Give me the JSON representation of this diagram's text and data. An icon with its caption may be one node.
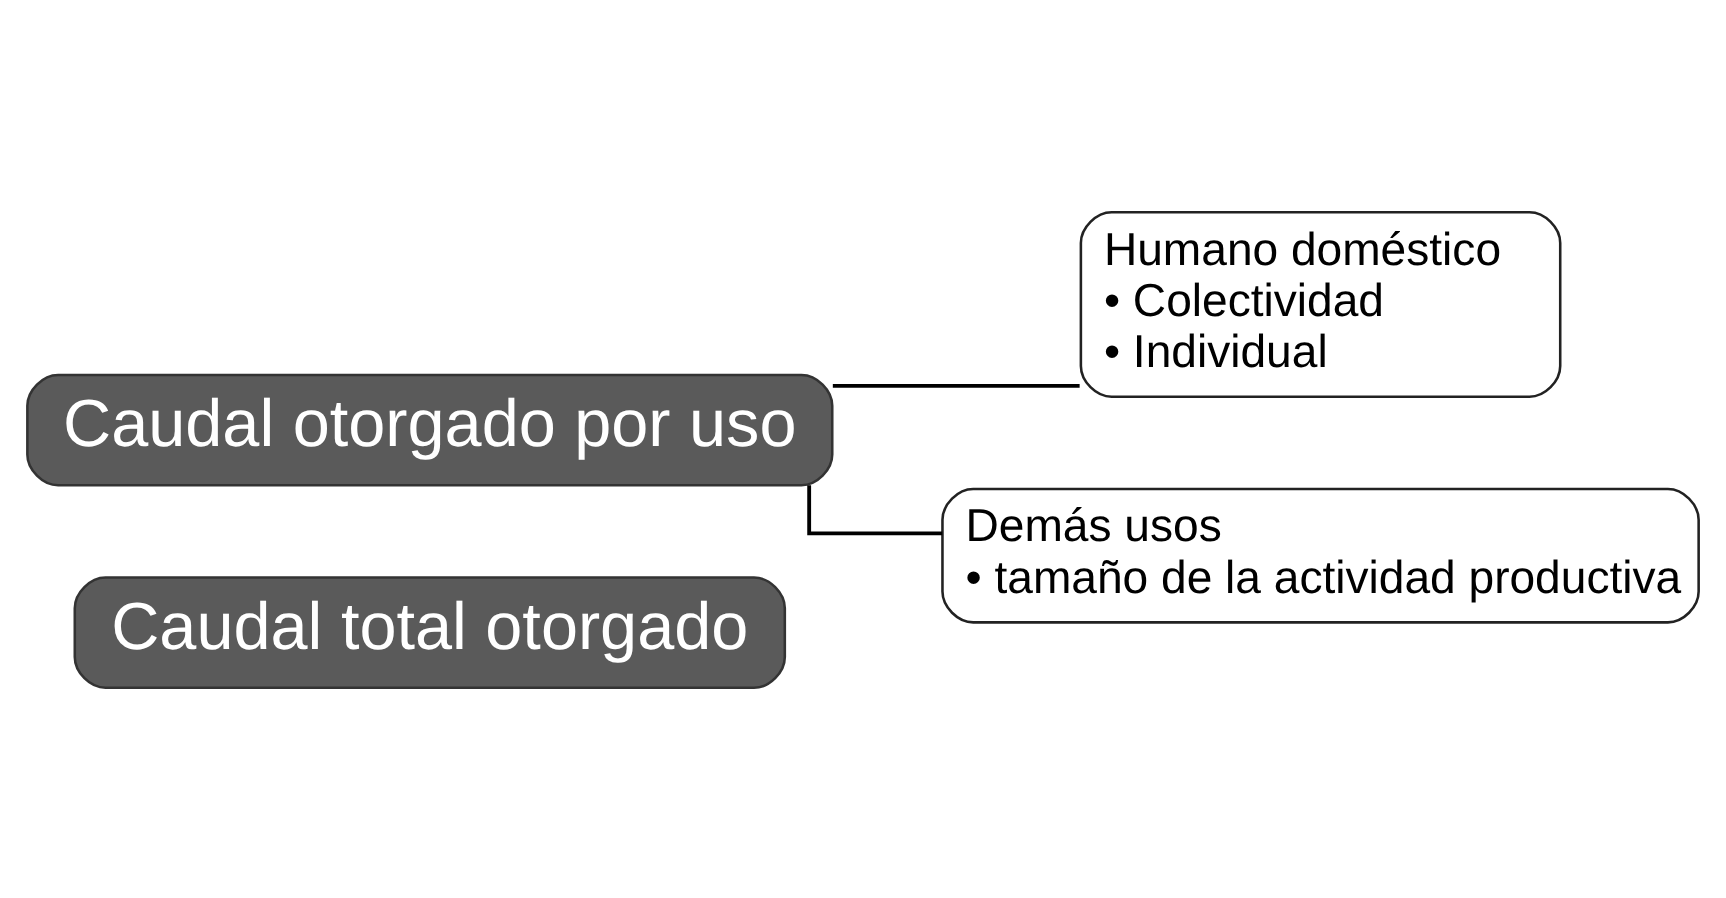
{
  "diagram": {
    "nodes": [
      {
        "text": [
          "Caudal total otorgado"
        ]
      },
      {
        "text": [
          "Caudal otorgado por uso"
        ]
      },
      {
        "text": [
          "Humano doméstico",
          "• Colectividad",
          "• Individual"
        ]
      },
      {
        "text": [
          "Demás usos",
          "• tamaño de la actividad productiva"
        ]
      }
    ],
    "edges": [
      {
        "from": 1,
        "to": 2,
        "arrow": "none"
      },
      {
        "from": 1,
        "to": 3,
        "arrow": "none"
      }
    ]
  }
}
